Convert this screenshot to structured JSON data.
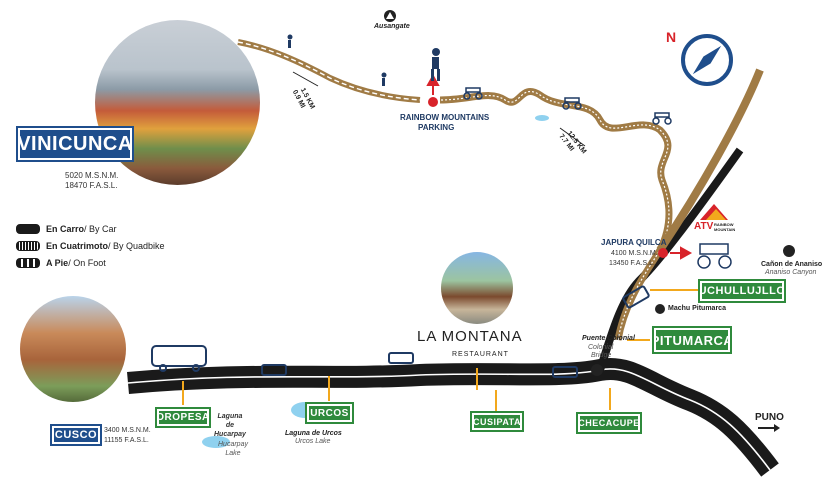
{
  "title": "VINICUNCA",
  "vinicunca": {
    "alt_m": "5020 M.S.N.M.",
    "alt_ft": "18470 F.A.S.L."
  },
  "ausangate": "Ausangate",
  "parking": {
    "line1": "RAINBOW MOUNTAINS",
    "line2": "PARKING"
  },
  "dist1": {
    "km": "1.5 KM",
    "mi": "0.9 MI"
  },
  "dist2": {
    "km": "12.5 KM",
    "mi": "7.7 MI"
  },
  "japura": {
    "name": "JAPURA QUILCA",
    "alt_m": "4100 M.S.N.M.",
    "alt_ft": "13450 F.A.S.L."
  },
  "atv": {
    "brand": "ATV",
    "sub1": "RAINBOW",
    "sub2": "MOUNTAIN"
  },
  "ananiso": {
    "name": "Cañon de Ananiso",
    "alt": "Ananiso Canyon"
  },
  "machu": "Machu Pitumarca",
  "legend": [
    {
      "bold": "En Carro",
      "rest": " / By Car",
      "color": "#1a1a1a"
    },
    {
      "bold": "En Cuatrimoto",
      "rest": " / By Quadbike",
      "color": "#1a1a1a"
    },
    {
      "bold": "A Pie",
      "rest": " / On Foot",
      "color": "#1a1a1a"
    }
  ],
  "restaurant": {
    "name": "LA MONTANA",
    "sub": "RESTAURANT"
  },
  "puente": {
    "name": "Puente Colonial",
    "alt1": "Colonial",
    "alt2": "Bridge"
  },
  "towns": {
    "uchullujllo": "UCHULLUJLLO",
    "pitumarca": "PITUMARCA",
    "oropesa": "OROPESA",
    "urcos": "URCOS",
    "cusipata": "CUSIPATA",
    "checacupe": "CHECACUPE"
  },
  "cusco": {
    "name": "CUSCO",
    "alt_m": "3400 M.S.N.M.",
    "alt_ft": "11155 F.A.S.L."
  },
  "hucarpay": {
    "l1": "Laguna",
    "l2": "de",
    "l3": "Hucarpay",
    "e1": "Hucarpay",
    "e2": "Lake"
  },
  "urcos_lake": {
    "name": "Laguna de Urcos",
    "eng": "Urcos Lake"
  },
  "puno": "PUNO",
  "colors": {
    "green": "#2f8a3c",
    "blue": "#1f4e8c",
    "road": "#1a1a1a",
    "trail": "#a07b45",
    "arrow": "#f2a81d",
    "red": "#d8232a"
  },
  "icons": [
    "hiker-icon",
    "quadbike-icon",
    "bus-icon",
    "compass-icon",
    "mountain-icon",
    "pin-icon"
  ]
}
